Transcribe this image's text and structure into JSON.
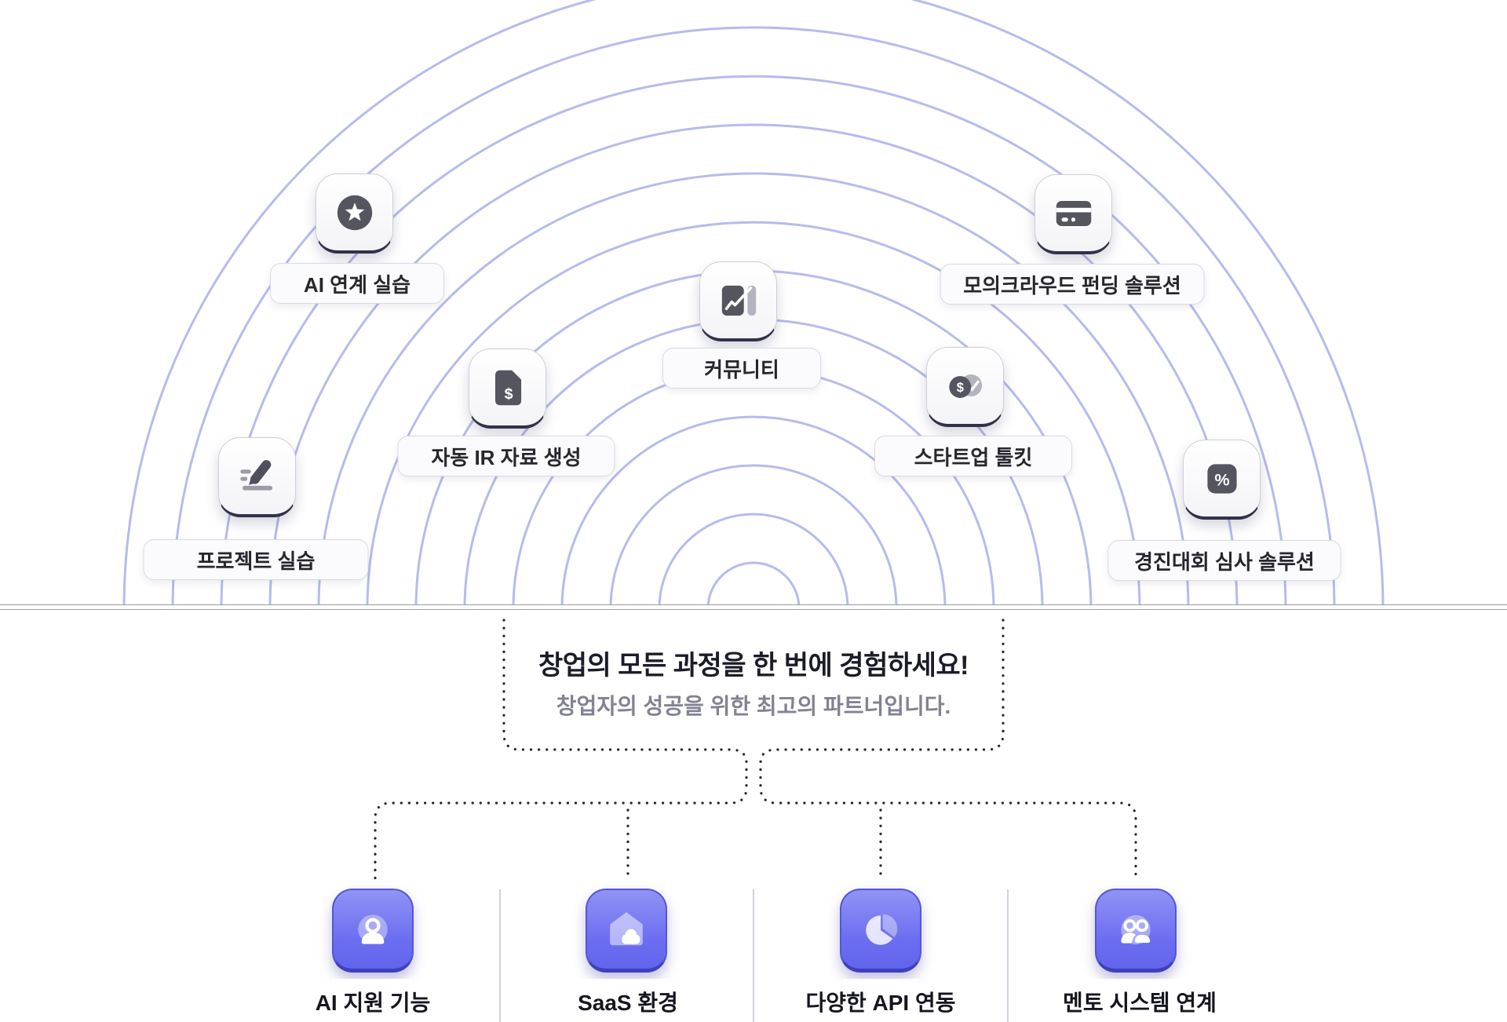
{
  "features_top": [
    {
      "label": "프로젝트 실습",
      "icon": "pen-icon"
    },
    {
      "label": "AI 연계 실습",
      "icon": "star-icon"
    },
    {
      "label": "자동 IR 자료 생성",
      "icon": "document-dollar-icon"
    },
    {
      "label": "커뮤니티",
      "icon": "chart-icon"
    },
    {
      "label": "스타트업 툴킷",
      "icon": "coins-check-icon"
    },
    {
      "label": "모의크라우드 펀딩 솔루션",
      "icon": "credit-card-icon"
    },
    {
      "label": "경진대회 심사 솔루션",
      "icon": "percent-icon"
    }
  ],
  "bubble": {
    "title": "창업의 모든 과정을 한 번에 경험하세요!",
    "subtitle": "창업자의 성공을 위한 최고의 파트너입니다."
  },
  "features_bottom": [
    {
      "label": "AI 지원 기능",
      "icon": "user-icon"
    },
    {
      "label": "SaaS 환경",
      "icon": "home-cloud-icon"
    },
    {
      "label": "다양한 API 연동",
      "icon": "pie-chart-icon"
    },
    {
      "label": "멘토 시스템 연계",
      "icon": "people-icon"
    }
  ],
  "glyph_chars": {
    "dollar": "$",
    "percent": "%"
  },
  "colors": {
    "accent_purple": "#6b6df1",
    "arc": "#b6bbee",
    "glyph_dark": "#55555f",
    "dotted_line": "#26262e",
    "baseline": "#989baa"
  }
}
